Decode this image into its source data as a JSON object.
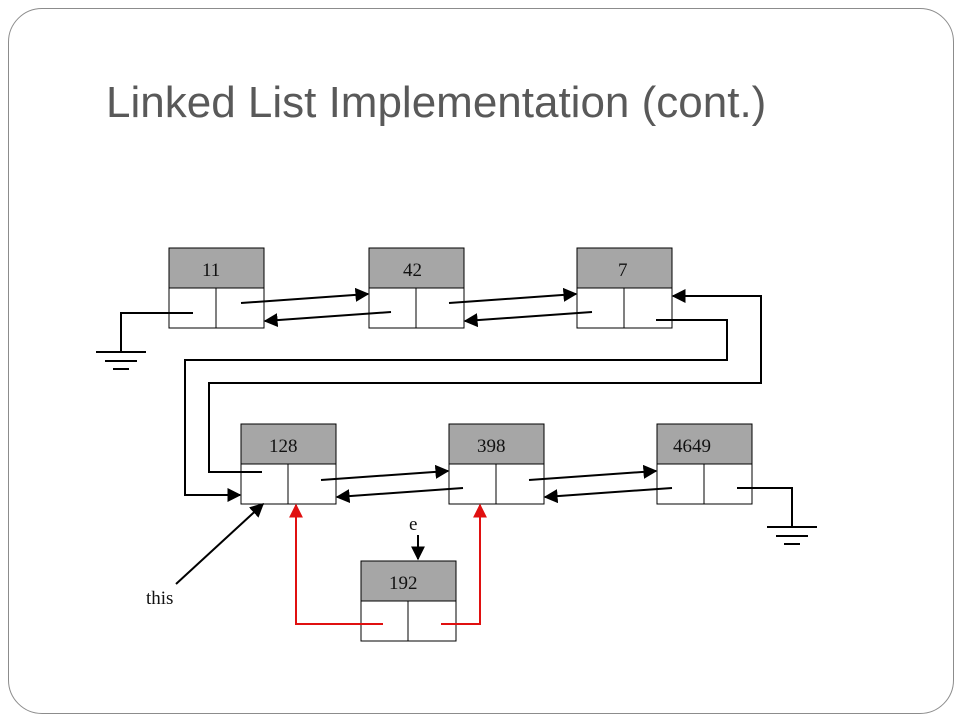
{
  "slide": {
    "title": "Linked List Implementation (cont.)"
  },
  "nodes": [
    {
      "id": "n11",
      "value": "11"
    },
    {
      "id": "n42",
      "value": "42"
    },
    {
      "id": "n7",
      "value": "7"
    },
    {
      "id": "n128",
      "value": "128"
    },
    {
      "id": "n398",
      "value": "398"
    },
    {
      "id": "n4649",
      "value": "4649"
    },
    {
      "id": "n192",
      "value": "192"
    }
  ],
  "pointers": {
    "this_label": "this",
    "e_label": "e"
  },
  "colors": {
    "node_header": "#a6a6a6",
    "link": "#000000",
    "new_link": "#e01010",
    "title": "#595959"
  }
}
